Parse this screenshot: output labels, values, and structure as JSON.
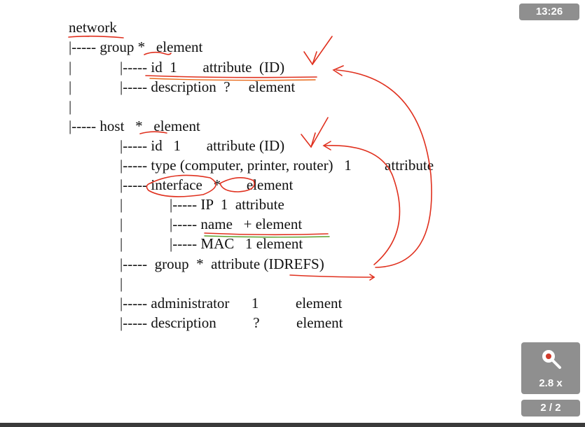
{
  "player": {
    "clock": "13:26",
    "zoom_level": "2.8 x",
    "page_indicator": "2 / 2"
  },
  "slide": {
    "lines": [
      "network",
      "|----- group *   element",
      "|",
      "|----- id  1       attribute  (ID)",
      "|",
      "|----- description  ?     element",
      "|",
      "|----- host   *   element",
      "|----- id   1       attribute (ID)",
      "|----- type (computer, printer, router)   1         attribute",
      "|----- interface   *       element",
      "|",
      "|----- IP  1  attribute",
      "|",
      "|----- name   + element",
      "|",
      "|----- MAC   1 element",
      "|-----  group  *  attribute (IDREFS)",
      "|",
      "|----- administrator      1          element",
      "|----- description          ?          element"
    ]
  },
  "colors": {
    "ink_red": "#e0301e",
    "underline_orange": "#e86a1a",
    "underline_green": "#5aa02c",
    "panel_gray": "#8f8f8f"
  }
}
